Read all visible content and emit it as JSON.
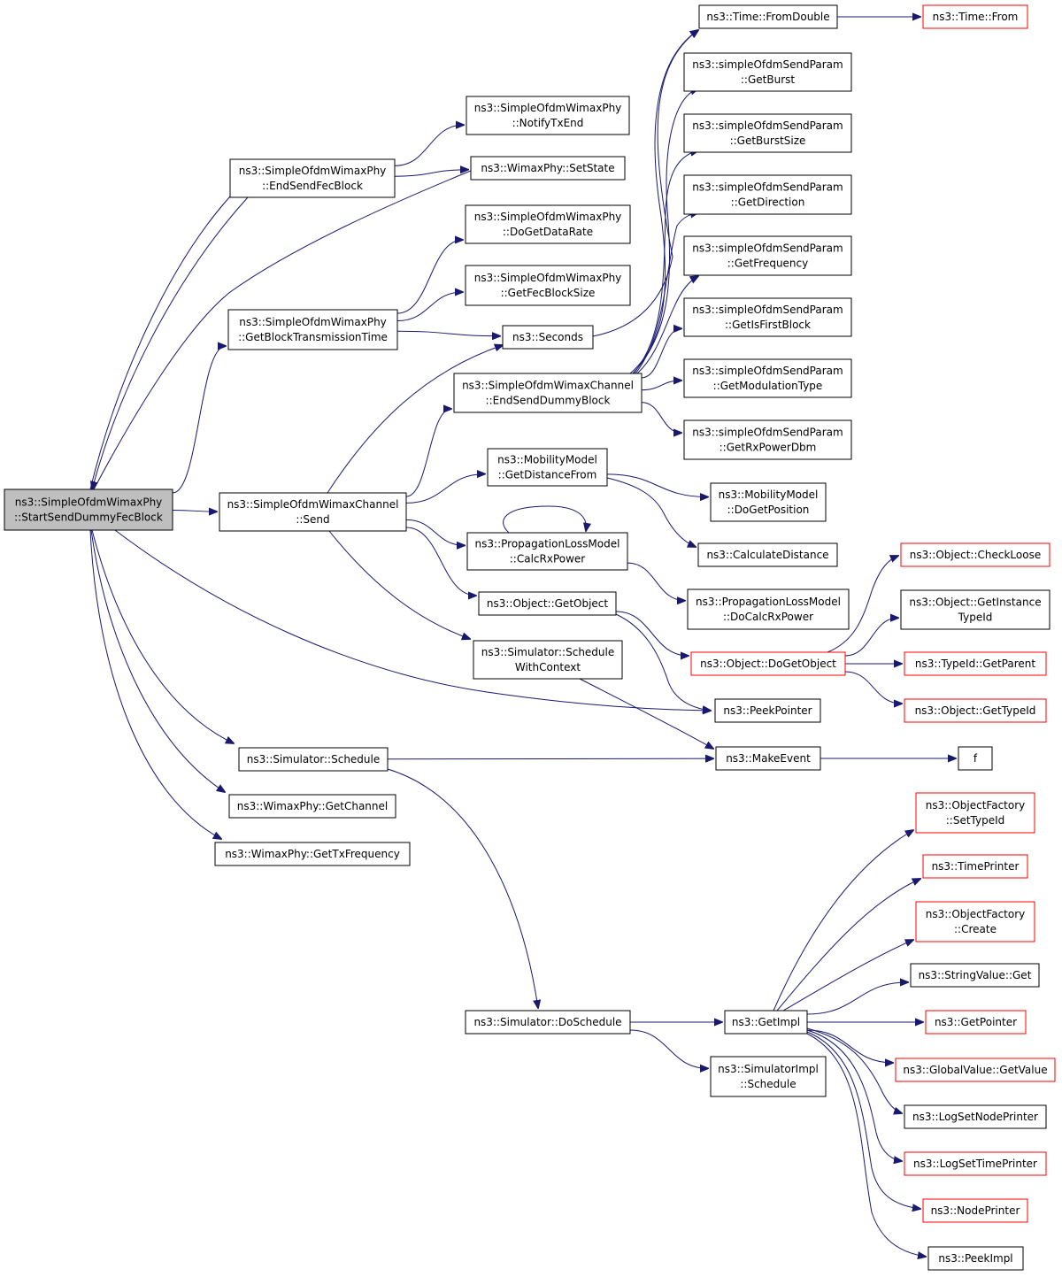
{
  "colors": {
    "edge": "#191970",
    "node_border": "#000000",
    "node_border_external": "#ff0000",
    "node_fill": "#ffffff",
    "root_fill": "#bfbfbf"
  },
  "nodes": [
    {
      "id": "root",
      "lines": [
        "ns3::SimpleOfdmWimaxPhy",
        "::StartSendDummyFecBlock"
      ],
      "style": "root"
    },
    {
      "id": "endSendFec",
      "lines": [
        "ns3::SimpleOfdmWimaxPhy",
        "::EndSendFecBlock"
      ],
      "style": "normal"
    },
    {
      "id": "getBlockTx",
      "lines": [
        "ns3::SimpleOfdmWimaxPhy",
        "::GetBlockTransmissionTime"
      ],
      "style": "normal"
    },
    {
      "id": "chanSend",
      "lines": [
        "ns3::SimpleOfdmWimaxChannel",
        "::Send"
      ],
      "style": "normal"
    },
    {
      "id": "simSchedule",
      "lines": [
        "ns3::Simulator::Schedule"
      ],
      "style": "normal"
    },
    {
      "id": "getChannel",
      "lines": [
        "ns3::WimaxPhy::GetChannel"
      ],
      "style": "normal"
    },
    {
      "id": "getTxFreq",
      "lines": [
        "ns3::WimaxPhy::GetTxFrequency"
      ],
      "style": "normal"
    },
    {
      "id": "notifyTxEnd",
      "lines": [
        "ns3::SimpleOfdmWimaxPhy",
        "::NotifyTxEnd"
      ],
      "style": "normal"
    },
    {
      "id": "setState",
      "lines": [
        "ns3::WimaxPhy::SetState"
      ],
      "style": "normal"
    },
    {
      "id": "doGetDataRate",
      "lines": [
        "ns3::SimpleOfdmWimaxPhy",
        "::DoGetDataRate"
      ],
      "style": "normal"
    },
    {
      "id": "getFecBlockSize",
      "lines": [
        "ns3::SimpleOfdmWimaxPhy",
        "::GetFecBlockSize"
      ],
      "style": "normal"
    },
    {
      "id": "seconds",
      "lines": [
        "ns3::Seconds"
      ],
      "style": "normal"
    },
    {
      "id": "endSendDummy",
      "lines": [
        "ns3::SimpleOfdmWimaxChannel",
        "::EndSendDummyBlock"
      ],
      "style": "normal"
    },
    {
      "id": "getDistFrom",
      "lines": [
        "ns3::MobilityModel",
        "::GetDistanceFrom"
      ],
      "style": "normal"
    },
    {
      "id": "calcRxPower",
      "lines": [
        "ns3::PropagationLossModel",
        "::CalcRxPower"
      ],
      "style": "normal"
    },
    {
      "id": "getObject",
      "lines": [
        "ns3::Object::GetObject"
      ],
      "style": "normal"
    },
    {
      "id": "schedWithCtx",
      "lines": [
        "ns3::Simulator::Schedule",
        "WithContext"
      ],
      "style": "normal"
    },
    {
      "id": "doSchedule",
      "lines": [
        "ns3::Simulator::DoSchedule"
      ],
      "style": "normal"
    },
    {
      "id": "timeFromDouble",
      "lines": [
        "ns3::Time::FromDouble"
      ],
      "style": "normal"
    },
    {
      "id": "timeFrom",
      "lines": [
        "ns3::Time::From"
      ],
      "style": "external"
    },
    {
      "id": "getBurst",
      "lines": [
        "ns3::simpleOfdmSendParam",
        "::GetBurst"
      ],
      "style": "normal"
    },
    {
      "id": "getBurstSize",
      "lines": [
        "ns3::simpleOfdmSendParam",
        "::GetBurstSize"
      ],
      "style": "normal"
    },
    {
      "id": "getDirection",
      "lines": [
        "ns3::simpleOfdmSendParam",
        "::GetDirection"
      ],
      "style": "normal"
    },
    {
      "id": "getFrequency",
      "lines": [
        "ns3::simpleOfdmSendParam",
        "::GetFrequency"
      ],
      "style": "normal"
    },
    {
      "id": "getIsFirstBlock",
      "lines": [
        "ns3::simpleOfdmSendParam",
        "::GetIsFirstBlock"
      ],
      "style": "normal"
    },
    {
      "id": "getModType",
      "lines": [
        "ns3::simpleOfdmSendParam",
        "::GetModulationType"
      ],
      "style": "normal"
    },
    {
      "id": "getRxPowerDbm",
      "lines": [
        "ns3::simpleOfdmSendParam",
        "::GetRxPowerDbm"
      ],
      "style": "normal"
    },
    {
      "id": "doGetPosition",
      "lines": [
        "ns3::MobilityModel",
        "::DoGetPosition"
      ],
      "style": "normal"
    },
    {
      "id": "calcDistance",
      "lines": [
        "ns3::CalculateDistance"
      ],
      "style": "normal"
    },
    {
      "id": "doCalcRxPower",
      "lines": [
        "ns3::PropagationLossModel",
        "::DoCalcRxPower"
      ],
      "style": "normal"
    },
    {
      "id": "doGetObject",
      "lines": [
        "ns3::Object::DoGetObject"
      ],
      "style": "external"
    },
    {
      "id": "peekPointer",
      "lines": [
        "ns3::PeekPointer"
      ],
      "style": "normal"
    },
    {
      "id": "makeEvent",
      "lines": [
        "ns3::MakeEvent"
      ],
      "style": "normal"
    },
    {
      "id": "checkLoose",
      "lines": [
        "ns3::Object::CheckLoose"
      ],
      "style": "external"
    },
    {
      "id": "getInstTypeId",
      "lines": [
        "ns3::Object::GetInstance",
        "TypeId"
      ],
      "style": "normal"
    },
    {
      "id": "typeIdGetParent",
      "lines": [
        "ns3::TypeId::GetParent"
      ],
      "style": "external"
    },
    {
      "id": "objGetTypeId",
      "lines": [
        "ns3::Object::GetTypeId"
      ],
      "style": "external"
    },
    {
      "id": "f",
      "lines": [
        "f"
      ],
      "style": "normal"
    },
    {
      "id": "getImpl",
      "lines": [
        "ns3::GetImpl"
      ],
      "style": "normal"
    },
    {
      "id": "simImplSchedule",
      "lines": [
        "ns3::SimulatorImpl",
        "::Schedule"
      ],
      "style": "normal"
    },
    {
      "id": "ofSetTypeId",
      "lines": [
        "ns3::ObjectFactory",
        "::SetTypeId"
      ],
      "style": "external"
    },
    {
      "id": "timePrinter",
      "lines": [
        "ns3::TimePrinter"
      ],
      "style": "external"
    },
    {
      "id": "ofCreate",
      "lines": [
        "ns3::ObjectFactory",
        "::Create"
      ],
      "style": "external"
    },
    {
      "id": "stringValueGet",
      "lines": [
        "ns3::StringValue::Get"
      ],
      "style": "normal"
    },
    {
      "id": "getPointer",
      "lines": [
        "ns3::GetPointer"
      ],
      "style": "external"
    },
    {
      "id": "gvGetValue",
      "lines": [
        "ns3::GlobalValue::GetValue"
      ],
      "style": "external"
    },
    {
      "id": "logSetNodePrinter",
      "lines": [
        "ns3::LogSetNodePrinter"
      ],
      "style": "normal"
    },
    {
      "id": "logSetTimePrinter",
      "lines": [
        "ns3::LogSetTimePrinter"
      ],
      "style": "external"
    },
    {
      "id": "nodePrinter",
      "lines": [
        "ns3::NodePrinter"
      ],
      "style": "external"
    },
    {
      "id": "peekImpl",
      "lines": [
        "ns3::PeekImpl"
      ],
      "style": "normal"
    }
  ],
  "edges": [
    [
      "root",
      "endSendFec"
    ],
    [
      "root",
      "setState"
    ],
    [
      "root",
      "getBlockTx"
    ],
    [
      "root",
      "chanSend"
    ],
    [
      "root",
      "peekPointer"
    ],
    [
      "root",
      "simSchedule"
    ],
    [
      "root",
      "getChannel"
    ],
    [
      "root",
      "getTxFreq"
    ],
    [
      "endSendFec",
      "notifyTxEnd"
    ],
    [
      "endSendFec",
      "setState"
    ],
    [
      "endSendFec",
      "root"
    ],
    [
      "getBlockTx",
      "doGetDataRate"
    ],
    [
      "getBlockTx",
      "getFecBlockSize"
    ],
    [
      "getBlockTx",
      "seconds"
    ],
    [
      "chanSend",
      "seconds"
    ],
    [
      "chanSend",
      "endSendDummy"
    ],
    [
      "chanSend",
      "getDistFrom"
    ],
    [
      "chanSend",
      "calcRxPower"
    ],
    [
      "chanSend",
      "getObject"
    ],
    [
      "chanSend",
      "schedWithCtx"
    ],
    [
      "seconds",
      "timeFromDouble"
    ],
    [
      "timeFromDouble",
      "timeFrom"
    ],
    [
      "endSendDummy",
      "timeFromDouble"
    ],
    [
      "endSendDummy",
      "getBurst"
    ],
    [
      "endSendDummy",
      "getBurstSize"
    ],
    [
      "endSendDummy",
      "getDirection"
    ],
    [
      "endSendDummy",
      "getFrequency"
    ],
    [
      "endSendDummy",
      "getIsFirstBlock"
    ],
    [
      "endSendDummy",
      "getModType"
    ],
    [
      "endSendDummy",
      "getRxPowerDbm"
    ],
    [
      "getDistFrom",
      "doGetPosition"
    ],
    [
      "getDistFrom",
      "calcDistance"
    ],
    [
      "calcRxPower",
      "calcRxPower"
    ],
    [
      "calcRxPower",
      "doCalcRxPower"
    ],
    [
      "getObject",
      "doGetObject"
    ],
    [
      "getObject",
      "peekPointer"
    ],
    [
      "doGetObject",
      "checkLoose"
    ],
    [
      "doGetObject",
      "getInstTypeId"
    ],
    [
      "doGetObject",
      "typeIdGetParent"
    ],
    [
      "doGetObject",
      "objGetTypeId"
    ],
    [
      "schedWithCtx",
      "makeEvent"
    ],
    [
      "simSchedule",
      "makeEvent"
    ],
    [
      "simSchedule",
      "doSchedule"
    ],
    [
      "makeEvent",
      "f"
    ],
    [
      "doSchedule",
      "getImpl"
    ],
    [
      "doSchedule",
      "simImplSchedule"
    ],
    [
      "getImpl",
      "ofSetTypeId"
    ],
    [
      "getImpl",
      "timePrinter"
    ],
    [
      "getImpl",
      "ofCreate"
    ],
    [
      "getImpl",
      "stringValueGet"
    ],
    [
      "getImpl",
      "getPointer"
    ],
    [
      "getImpl",
      "gvGetValue"
    ],
    [
      "getImpl",
      "logSetNodePrinter"
    ],
    [
      "getImpl",
      "logSetTimePrinter"
    ],
    [
      "getImpl",
      "nodePrinter"
    ],
    [
      "getImpl",
      "peekImpl"
    ]
  ]
}
